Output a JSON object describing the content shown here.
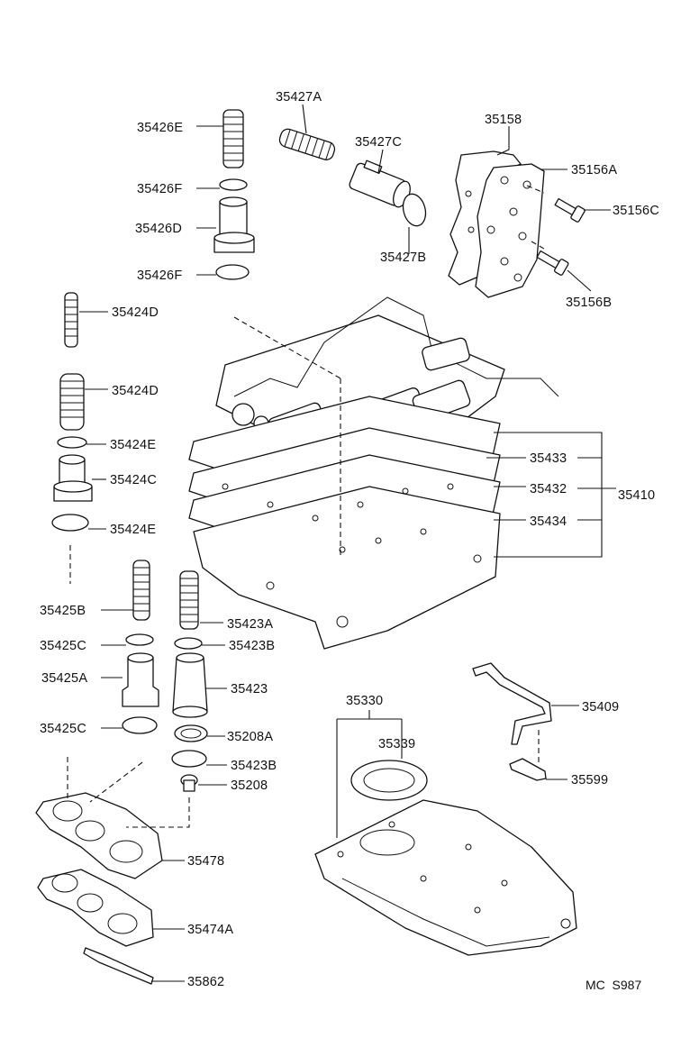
{
  "parts": [
    {
      "id": "p35427A",
      "label": "35427A"
    },
    {
      "id": "p35426E",
      "label": "35426E"
    },
    {
      "id": "p35427C",
      "label": "35427C"
    },
    {
      "id": "p35158",
      "label": "35158"
    },
    {
      "id": "p35156A",
      "label": "35156A"
    },
    {
      "id": "p35426F_top",
      "label": "35426F"
    },
    {
      "id": "p35156C",
      "label": "35156C"
    },
    {
      "id": "p35426D",
      "label": "35426D"
    },
    {
      "id": "p35427B",
      "label": "35427B"
    },
    {
      "id": "p35426F_bot",
      "label": "35426F"
    },
    {
      "id": "p35156B",
      "label": "35156B"
    },
    {
      "id": "p35424D_top",
      "label": "35424D"
    },
    {
      "id": "p35424D_mid",
      "label": "35424D"
    },
    {
      "id": "p35424E_top",
      "label": "35424E"
    },
    {
      "id": "p35433",
      "label": "35433"
    },
    {
      "id": "p35424C",
      "label": "35424C"
    },
    {
      "id": "p35432",
      "label": "35432"
    },
    {
      "id": "p35410",
      "label": "35410"
    },
    {
      "id": "p35434",
      "label": "35434"
    },
    {
      "id": "p35424E_bot",
      "label": "35424E"
    },
    {
      "id": "p35425B",
      "label": "35425B"
    },
    {
      "id": "p35423A",
      "label": "35423A"
    },
    {
      "id": "p35425C_top",
      "label": "35425C"
    },
    {
      "id": "p35423B_top",
      "label": "35423B"
    },
    {
      "id": "p35425A",
      "label": "35425A"
    },
    {
      "id": "p35423",
      "label": "35423"
    },
    {
      "id": "p35330",
      "label": "35330"
    },
    {
      "id": "p35409",
      "label": "35409"
    },
    {
      "id": "p35425C_bot",
      "label": "35425C"
    },
    {
      "id": "p35208A",
      "label": "35208A"
    },
    {
      "id": "p35339",
      "label": "35339"
    },
    {
      "id": "p35423B_bot",
      "label": "35423B"
    },
    {
      "id": "p35599",
      "label": "35599"
    },
    {
      "id": "p35208",
      "label": "35208"
    },
    {
      "id": "p35478",
      "label": "35478"
    },
    {
      "id": "p35474A",
      "label": "35474A"
    },
    {
      "id": "p35862",
      "label": "35862"
    }
  ],
  "footer": {
    "code": "MC  S987"
  }
}
